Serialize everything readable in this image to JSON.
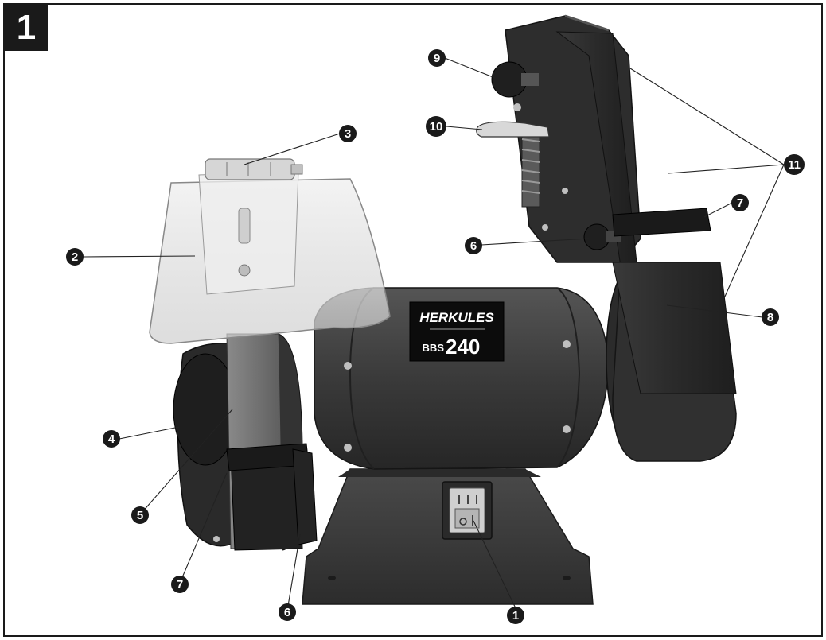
{
  "figure": {
    "number": "1"
  },
  "brand": {
    "name": "HERKULES",
    "model_prefix": "BBS",
    "model_number": "240"
  },
  "callouts": [
    "1",
    "2",
    "3",
    "4",
    "5",
    "6",
    "7",
    "8",
    "9",
    "10",
    "11"
  ],
  "colors": {
    "body": "#3a3a3a",
    "body_dark": "#222222",
    "body_light": "#4d4d4d",
    "belt": "#2b2b2b",
    "wheel": "#6e6e6e",
    "shield": "#e6e6e6",
    "callout": "#1a1a1a",
    "line": "#222222"
  },
  "icons": [
    "grinder-machine-icon",
    "power-switch-icon"
  ]
}
